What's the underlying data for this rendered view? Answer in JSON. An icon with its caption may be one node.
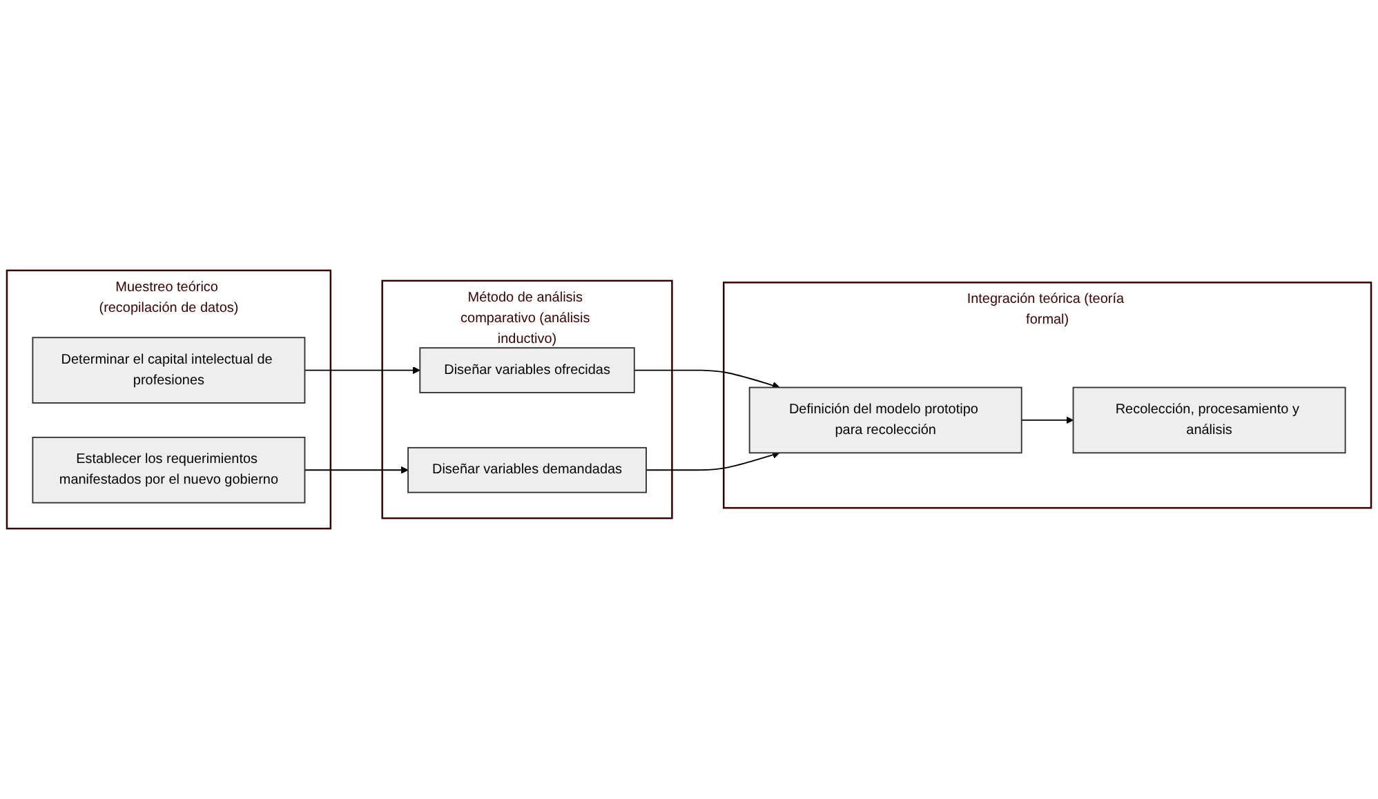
{
  "diagram": {
    "nodes": [
      {
        "text": [
          "Muestreo teórico (recopilación de datos)"
        ]
      },
      {
        "text": [
          "Método de análisis comparativo (análisis inductivo)"
        ]
      },
      {
        "text": [
          "Integración teórica (teoría formal)"
        ]
      },
      {
        "text": [
          "Determinar el capital intelectual de profesiones"
        ],
        "in": 0
      },
      {
        "text": [
          "Establecer los requerimientos manifestados por el nuevo gobierno"
        ],
        "in": 0
      },
      {
        "text": [
          "Diseñar variables ofrecidas"
        ],
        "in": 1
      },
      {
        "text": [
          "Diseñar variables demandadas"
        ],
        "in": 1
      },
      {
        "text": [
          "Definición del modelo prototipo para recolección"
        ],
        "in": 2
      },
      {
        "text": [
          "Recolección, procesamiento y análisis"
        ],
        "in": 2
      }
    ],
    "edges": [
      {
        "from": 3,
        "to": 5,
        "arrow": "to"
      },
      {
        "from": 4,
        "to": 6,
        "arrow": "to"
      },
      {
        "from": 5,
        "to": 7,
        "arrow": "to"
      },
      {
        "from": 6,
        "to": 7,
        "arrow": "to"
      },
      {
        "from": 7,
        "to": 8,
        "arrow": "to"
      }
    ]
  }
}
